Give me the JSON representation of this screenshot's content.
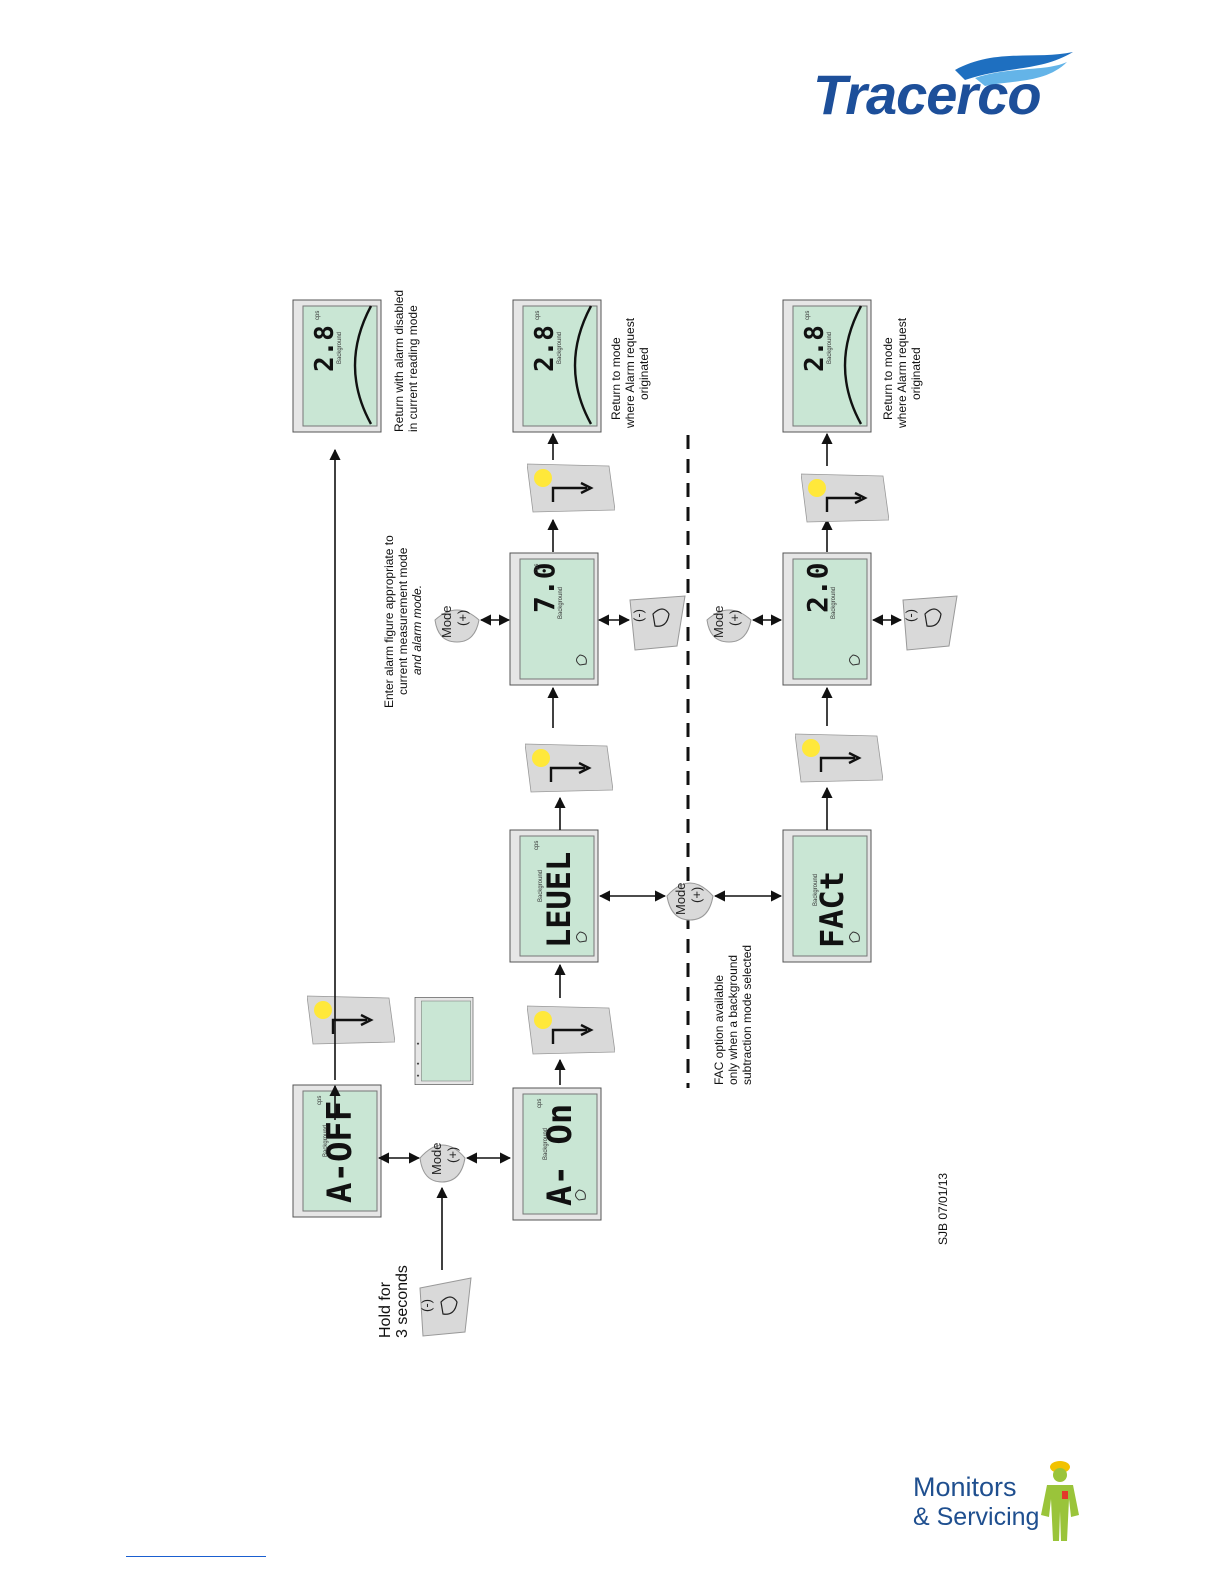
{
  "brand": {
    "logo_text": "Tracerco",
    "partner_line1": "Monitors",
    "partner_line2": "& Servicing"
  },
  "colors": {
    "lcd_fill": "#c9e6d4",
    "lcd_bezel": "#e8e8e8",
    "button_fill": "#d9d9d9",
    "sun": "#ffe83a",
    "logo_blue": "#1d4f9a"
  },
  "labels": {
    "hold_line1": "Hold for",
    "hold_line2": "3 seconds",
    "enter_line1": "Enter alarm figure appropriate to",
    "enter_line2": "current measurement mode",
    "enter_line3": "and alarm mode.",
    "return_disabled_line1": "Return with alarm disabled",
    "return_disabled_line2": "in current reading mode",
    "return_mode_line1": "Return to mode",
    "return_mode_line2": "where Alarm request",
    "return_mode_line3": "originated",
    "fac_line1": "FAC option available",
    "fac_line2": "only when a background",
    "fac_line3": "subtraction mode selected",
    "ref": "SJB 07/01/13"
  },
  "buttons": {
    "mode_line1": "Mode",
    "mode_line2": "(+)",
    "minus": "(-)"
  },
  "displays": {
    "a_off": "A-OFF",
    "a_on": "A- On",
    "level": "LEUEL",
    "fact": "FACt",
    "val_a": "7.0",
    "val_b": "2.0",
    "reading": "2.8",
    "unit": "cps",
    "background": "Background"
  }
}
